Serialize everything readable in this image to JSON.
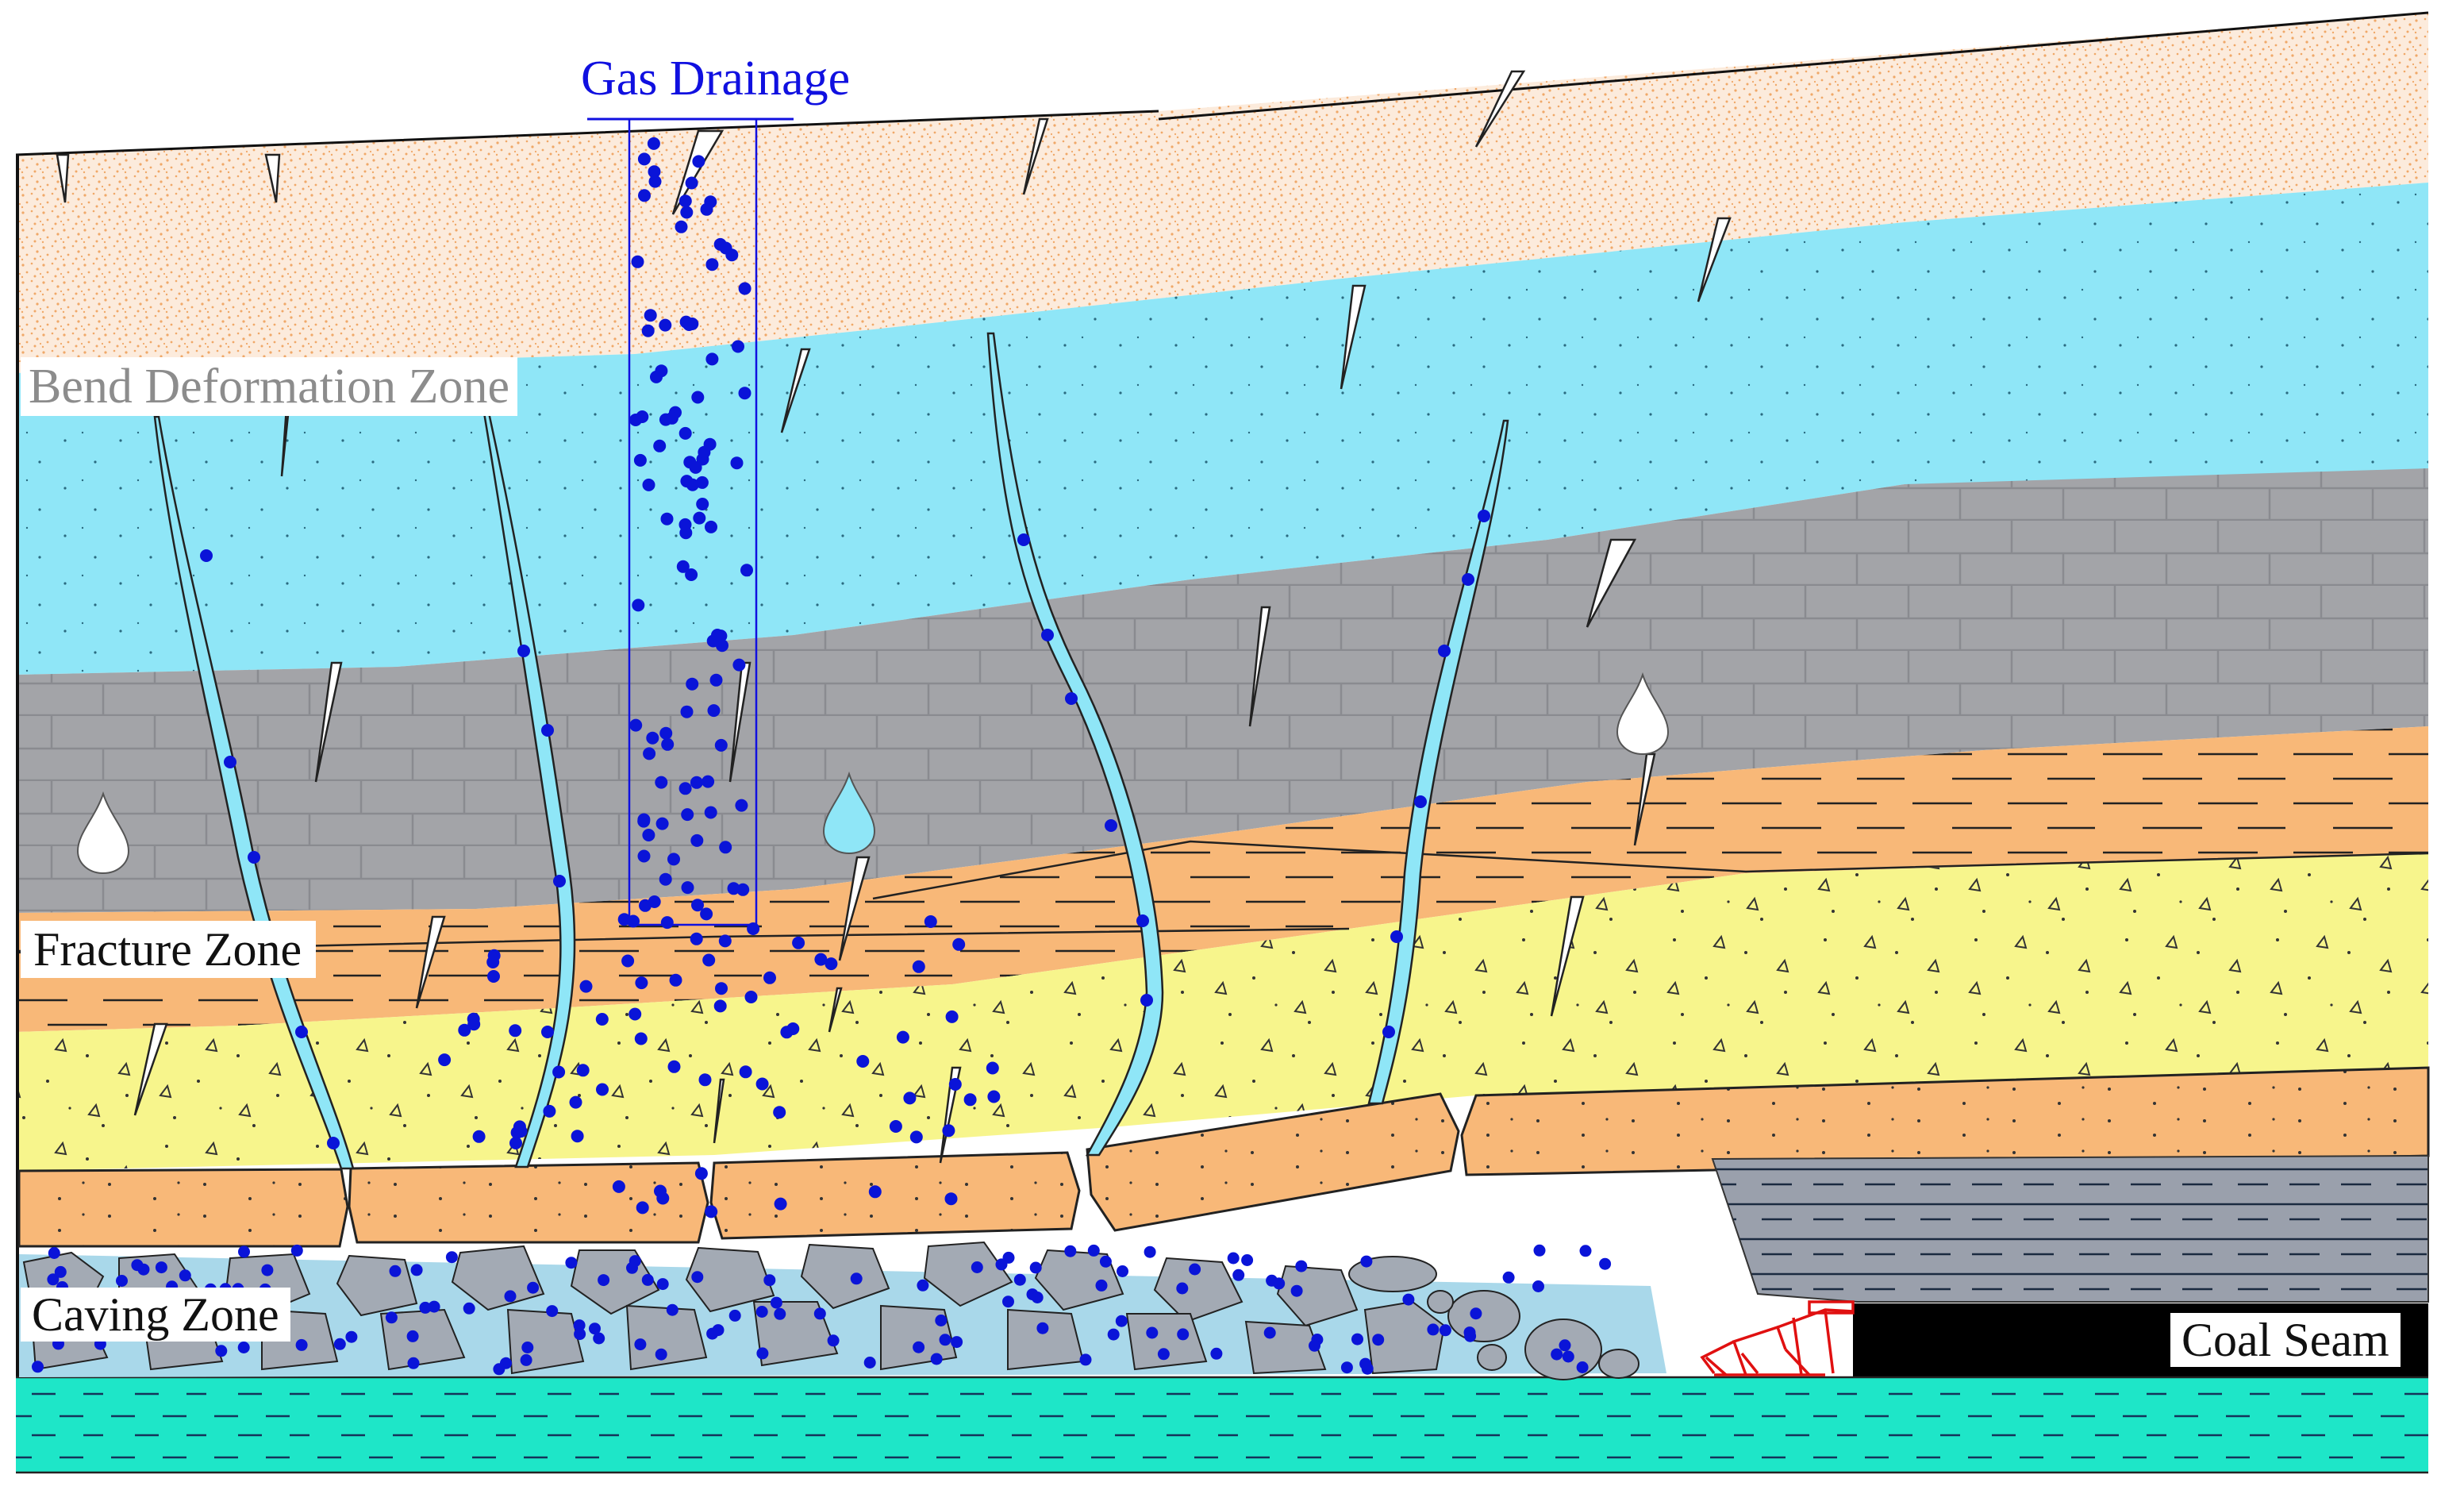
{
  "labels": {
    "gas_drainage": "Gas Drainage",
    "bend_zone": "Bend Deformation Zone",
    "fracture_zone": "Fracture Zone",
    "caving_zone": "Caving Zone",
    "coal_seam": "Coal Seam"
  },
  "colors": {
    "sandstone_top": "#fcebdc",
    "sandstone_dots": "#f0a868",
    "aquifer_blue": "#8fe6f7",
    "limestone_grey": "#a3a4a8",
    "mudstone_orange": "#f8b878",
    "sandy_yellow": "#f7f58c",
    "dark_slate": "#9aa0ac",
    "caving_rock": "#a3aab4",
    "floor_teal": "#1ee6c8",
    "coal_black": "#000000",
    "gas_blue": "#0a14d8",
    "gas_drainage_text": "#1010e0",
    "bend_label_text": "#8c8c8c",
    "support_red": "#e01010"
  },
  "icons": [
    "water-drop-icon",
    "gas-bubble-icon",
    "hydraulic-support-icon"
  ]
}
